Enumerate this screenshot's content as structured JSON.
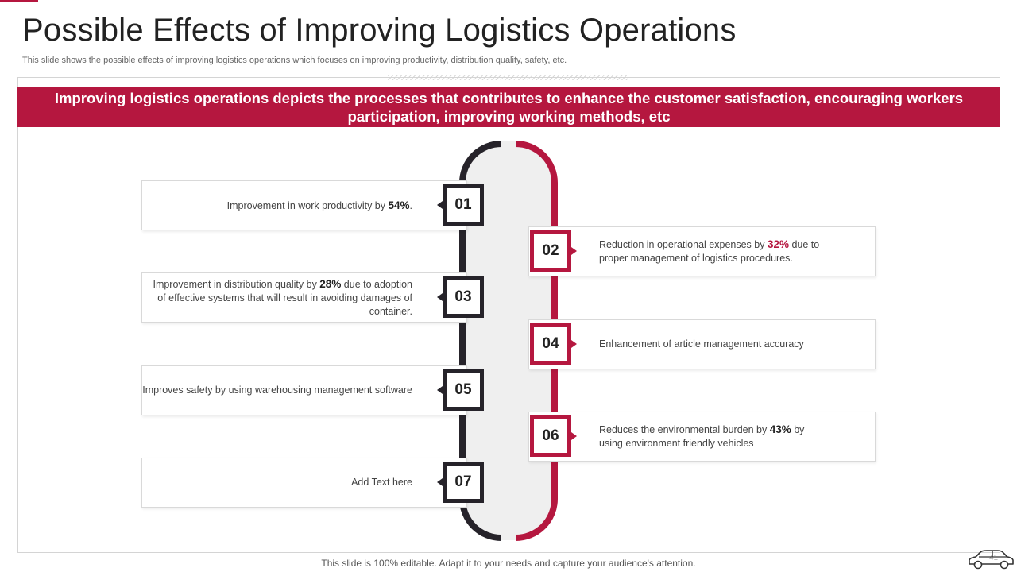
{
  "slide": {
    "title": "Possible Effects of Improving Logistics Operations",
    "subtitle": "This slide shows the possible effects of improving logistics operations which focuses on improving productivity, distribution quality, safety,  etc.",
    "banner_line1": "Improving logistics operations depicts the processes that contributes to enhance the customer satisfaction, encouraging workers",
    "banner_line2": "participation, improving working methods, etc",
    "footer": "This slide is 100% editable. Adapt it to your needs and capture your audience's attention.",
    "page_number": "41"
  },
  "items": [
    {
      "number": "01",
      "pre": "Improvement  in work productivity  by ",
      "value": "54%",
      "post": "."
    },
    {
      "number": "02",
      "pre": "Reduction in operational  expenses  by ",
      "value": "32%",
      "post": " due to proper  management  of logistics procedures."
    },
    {
      "number": "03",
      "pre": "Improvement  in distribution quality by ",
      "value": "28%",
      "post": " due to adoption of effective  systems that will result in avoiding  damages of container."
    },
    {
      "number": "04",
      "text": "Enhancement  of article management  accuracy"
    },
    {
      "number": "05",
      "text": "Improves  safety by using warehousing management  software"
    },
    {
      "number": "06",
      "pre": "Reduces  the environmental  burden  by ",
      "value": "43%",
      "post": " by using environment  friendly vehicles"
    },
    {
      "number": "07",
      "text": "Add Text here"
    }
  ],
  "colors": {
    "accent": "#b5173f",
    "dark": "#26232a",
    "spine_fill": "#efefef"
  },
  "icons": {
    "footer_logo": "car-outline-icon"
  }
}
